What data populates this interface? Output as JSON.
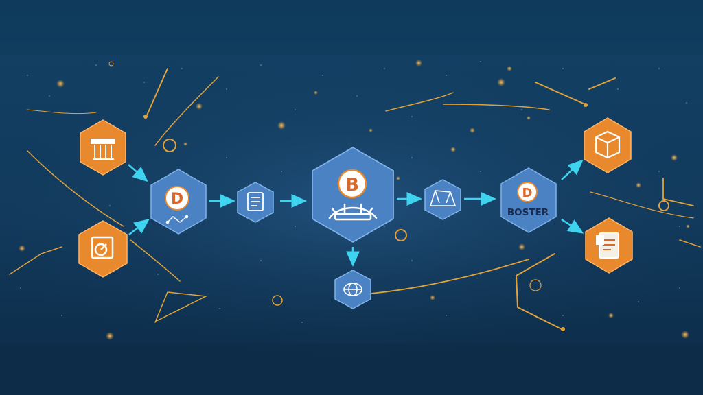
{
  "diagram": {
    "colors": {
      "orange_node": "#e8892d",
      "blue_node": "#4b82c3",
      "arrow": "#3ed3ee",
      "line_gold": "#e2a23a",
      "background": "#123a5c"
    },
    "nodes": {
      "left_top": {
        "icon": "factory-icon",
        "text": ""
      },
      "left_bottom": {
        "icon": "shield-icon",
        "text": ""
      },
      "hub_d": {
        "icon": "d-coin-icon",
        "letter": "D",
        "text": ""
      },
      "doc": {
        "icon": "document-icon",
        "text": ""
      },
      "center_b": {
        "icon": "b-coin-icon",
        "letter": "B",
        "text": ""
      },
      "below_center": {
        "icon": "globe-icon",
        "text": ""
      },
      "map": {
        "icon": "map-icon",
        "text": ""
      },
      "hub_booster": {
        "icon": "d-coin-icon",
        "letter": "D",
        "text": "BOSTER"
      },
      "right_top": {
        "icon": "box-icon",
        "text": ""
      },
      "right_bottom": {
        "icon": "clipboard-icon",
        "text": ""
      }
    }
  }
}
